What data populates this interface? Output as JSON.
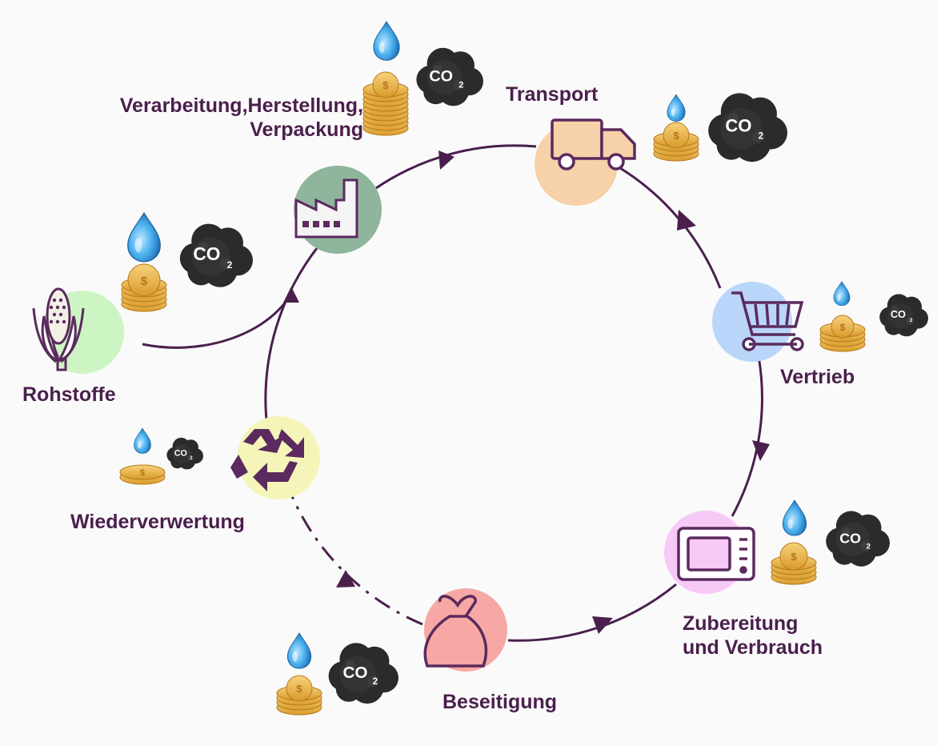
{
  "colors": {
    "arrow": "#4a1f4c",
    "label": "#4a1f4c",
    "icon": "#5b2a5e",
    "water": "#3a9fe0",
    "cloud": "#2a2a2a",
    "coin": "#e8b247"
  },
  "stages": [
    {
      "id": "rohstoffe",
      "label": "Rohstoffe",
      "icon": "corn-icon",
      "circle_color": "#cdf5c4"
    },
    {
      "id": "verarbeitung",
      "label": "Verarbeitung,Herstellung,\nVerpackung",
      "icon": "factory-icon",
      "circle_color": "#8fb59c"
    },
    {
      "id": "transport",
      "label": "Transport",
      "icon": "truck-icon",
      "circle_color": "#f7d1a9"
    },
    {
      "id": "vertrieb",
      "label": "Vertrieb",
      "icon": "shopping-cart-icon",
      "circle_color": "#b9d6fa"
    },
    {
      "id": "zubereitung",
      "label": "Zubereitung\nund Verbrauch",
      "icon": "microwave-icon",
      "circle_color": "#f7c9f7"
    },
    {
      "id": "beseitigung",
      "label": "Beseitigung",
      "icon": "trash-bag-icon",
      "circle_color": "#f7a8a4"
    },
    {
      "id": "wiederverwertung",
      "label": "Wiederverwertung",
      "icon": "recycle-icon",
      "circle_color": "#f5f5b9"
    }
  ],
  "impact_icons": {
    "co2_label": "CO",
    "co2_subscript": "2",
    "coin_symbol": "$",
    "water_icon": "water-drop-icon",
    "cloud_icon": "co2-cloud-icon",
    "coin_icon": "coin-stack-icon"
  }
}
